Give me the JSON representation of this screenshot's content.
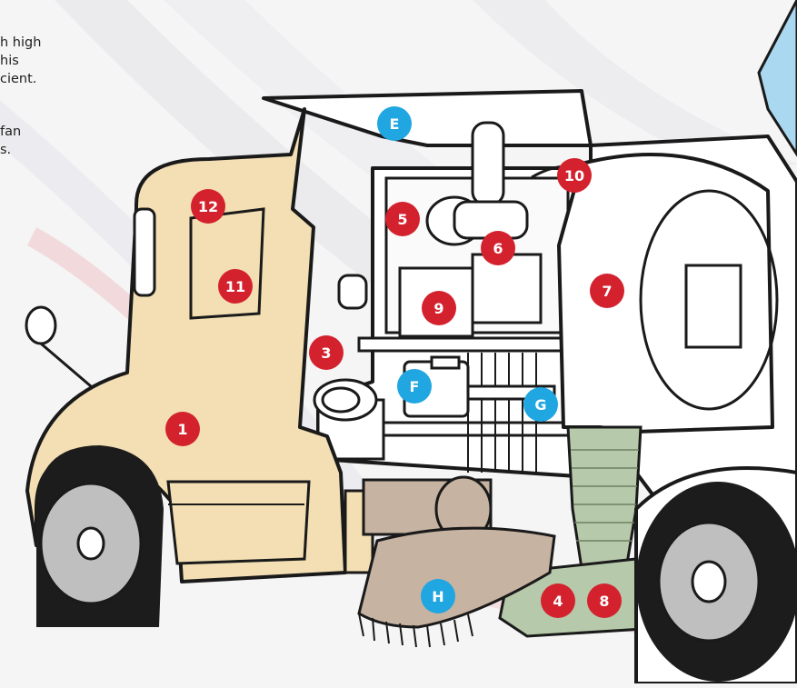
{
  "intro": {
    "lines_a": [
      "h high",
      "his",
      "cient."
    ],
    "lines_b": [
      "fan",
      "s."
    ]
  },
  "callouts": {
    "red": [
      {
        "id": "c1",
        "label": "1"
      },
      {
        "id": "c3",
        "label": "3"
      },
      {
        "id": "c4",
        "label": "4"
      },
      {
        "id": "c5",
        "label": "5"
      },
      {
        "id": "c6",
        "label": "6"
      },
      {
        "id": "c7",
        "label": "7"
      },
      {
        "id": "c8",
        "label": "8"
      },
      {
        "id": "c9",
        "label": "9"
      },
      {
        "id": "c10",
        "label": "10"
      },
      {
        "id": "c11",
        "label": "11"
      },
      {
        "id": "c12",
        "label": "12"
      }
    ],
    "blue": [
      {
        "id": "cE",
        "label": "E"
      },
      {
        "id": "cF",
        "label": "F"
      },
      {
        "id": "cG",
        "label": "G"
      },
      {
        "id": "cH",
        "label": "H"
      }
    ]
  },
  "colors": {
    "background": "#f5f5f6",
    "cab": "#f3dfb3",
    "body": "#ffffff",
    "outline": "#1a1a1a",
    "hose": "#b7c9ab",
    "broom": "#c6b3a2",
    "tire": "#1c1c1c",
    "rim": "#bfbfbf",
    "window": "#a9d8f0",
    "callout_red": "#d3222e",
    "callout_blue": "#20a6e0",
    "swoosh": "#e9e9ec"
  }
}
